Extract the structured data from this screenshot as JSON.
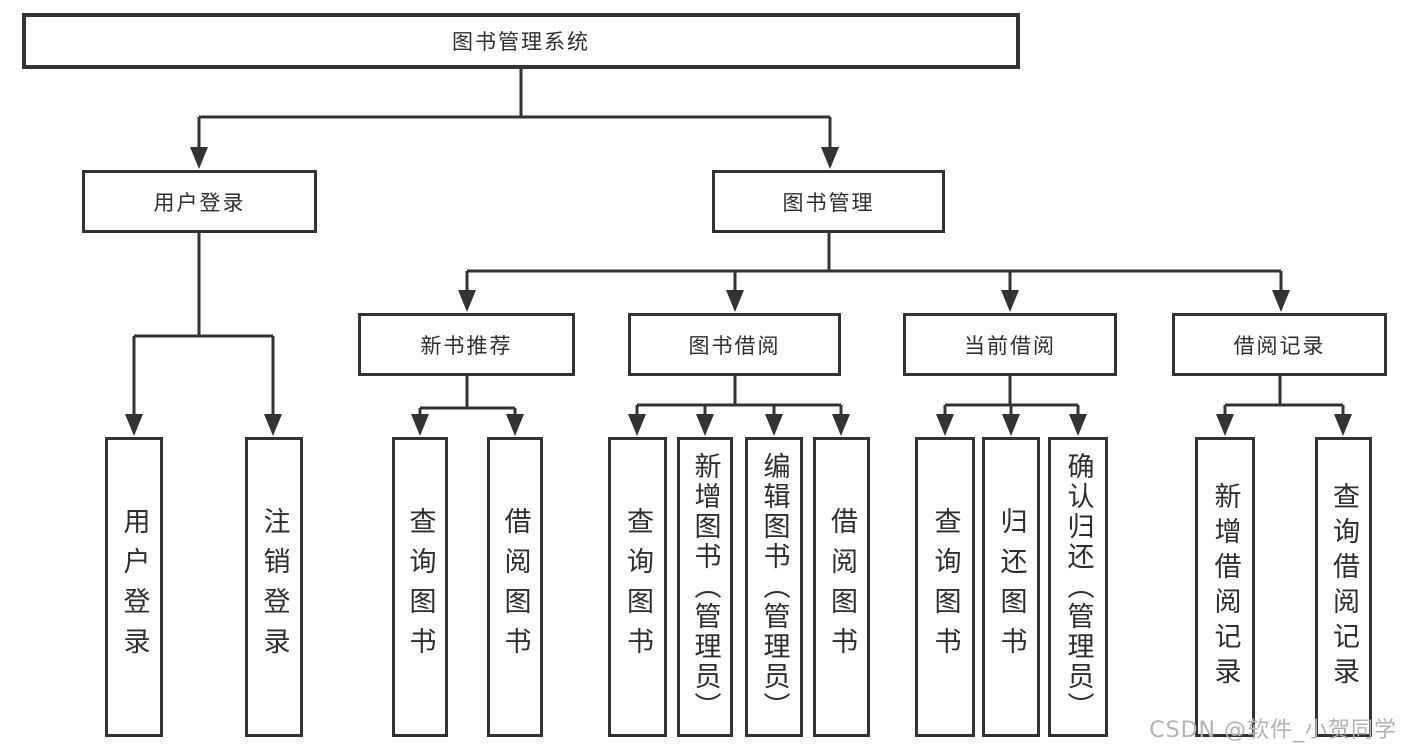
{
  "tree": {
    "label": "图书管理系统",
    "children": [
      {
        "label": "用户登录",
        "children": [
          {
            "label": "用户登录"
          },
          {
            "label": "注销登录"
          }
        ]
      },
      {
        "label": "图书管理",
        "children": [
          {
            "label": "新书推荐",
            "children": [
              {
                "label": "查询图书"
              },
              {
                "label": "借阅图书"
              }
            ]
          },
          {
            "label": "图书借阅",
            "children": [
              {
                "label": "查询图书"
              },
              {
                "label": "新增图书（管理员）"
              },
              {
                "label": "编辑图书（管理员）"
              },
              {
                "label": "借阅图书"
              }
            ]
          },
          {
            "label": "当前借阅",
            "children": [
              {
                "label": "查询图书"
              },
              {
                "label": "归还图书"
              },
              {
                "label": "确认归还（管理员）"
              }
            ]
          },
          {
            "label": "借阅记录",
            "children": [
              {
                "label": "新增借阅记录"
              },
              {
                "label": "查询借阅记录"
              }
            ]
          }
        ]
      }
    ]
  },
  "watermark": "CSDN @软件_小贺同学",
  "colors": {
    "line": "#333333",
    "text": "#2e2e2e",
    "watermark": "#b3b3b3",
    "background": "#ffffff"
  }
}
